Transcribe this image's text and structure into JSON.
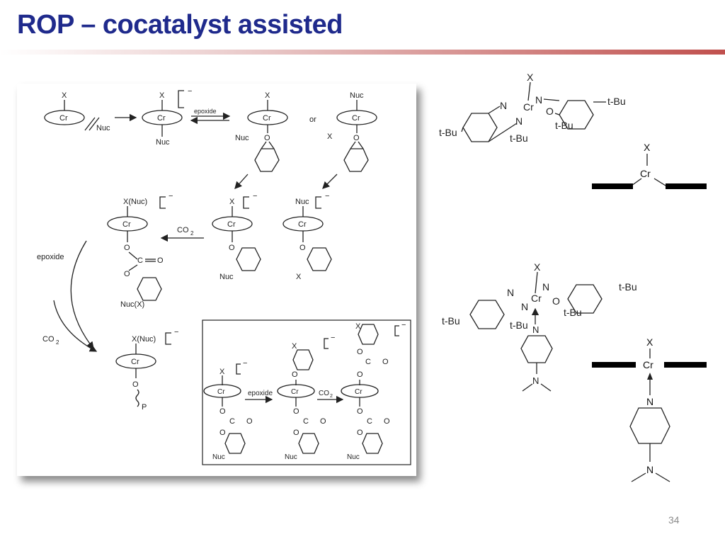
{
  "slide": {
    "title": "ROP – cocatalyst assisted",
    "page_number": "34"
  },
  "scheme": {
    "X": "X",
    "Cr": "Cr",
    "Nuc": "Nuc",
    "epoxide": "epoxide",
    "or": "or",
    "CO2": "CO",
    "CO2_sub": "2",
    "X_Nuc": "X(Nuc)",
    "Nuc_X": "Nuc(X)",
    "O": "O",
    "C": "C",
    "P": "P"
  },
  "structures": {
    "tBu": "t-Bu",
    "N": "N",
    "Cr": "Cr",
    "O": "O",
    "X": "X"
  }
}
